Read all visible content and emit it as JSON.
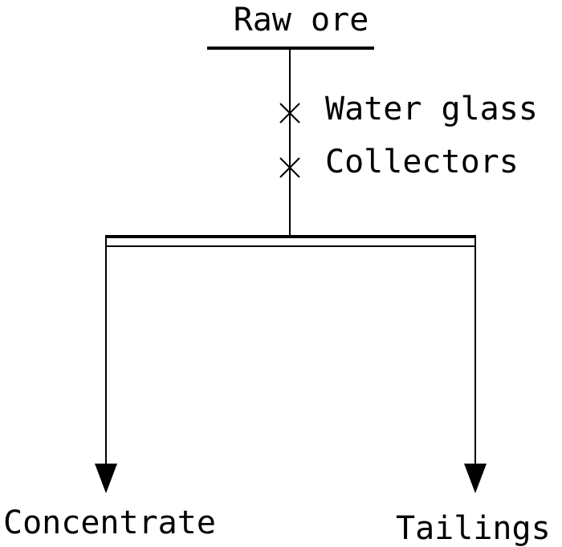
{
  "diagram": {
    "feed_label": "Raw ore",
    "reagents": [
      {
        "label": "Water glass"
      },
      {
        "label": "Collectors"
      }
    ],
    "products": [
      {
        "label": "Concentrate"
      },
      {
        "label": "Tailings"
      }
    ],
    "colors": {
      "stroke": "#000000",
      "background": "#ffffff"
    }
  }
}
